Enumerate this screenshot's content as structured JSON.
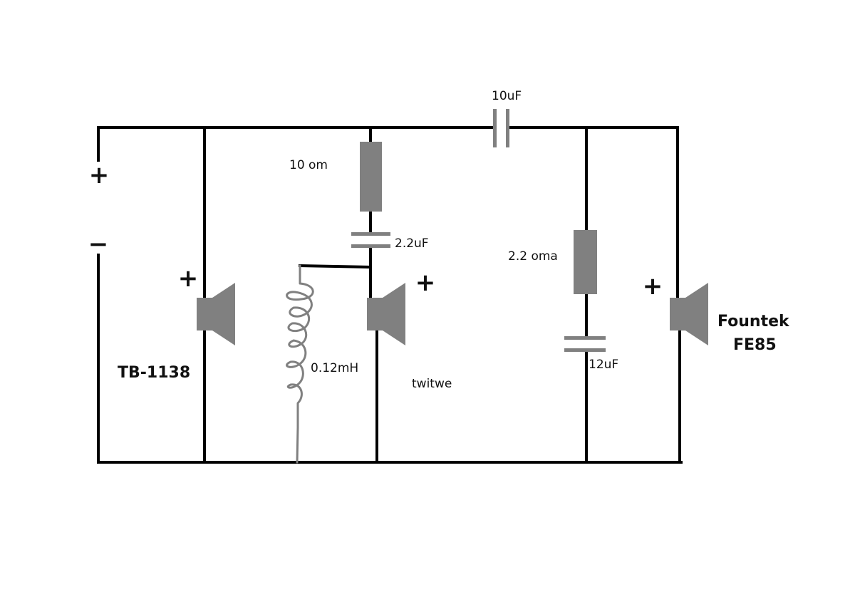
{
  "polarity": {
    "input_plus": "+",
    "input_minus": "−",
    "woofer_plus": "+",
    "tweeter_plus": "+",
    "fullrange_plus": "+"
  },
  "components": {
    "cap_series_main": "10uF",
    "resistor_tweeter": "10 om",
    "cap_tweeter": "2.2uF",
    "inductor_tweeter": "0.12mH",
    "resistor_notch": "2.2 oma",
    "cap_notch": "12uF"
  },
  "speakers": {
    "woofer_name": "TB-1138",
    "tweeter_name": "twitwe",
    "fullrange_name_line1": "Fountek",
    "fullrange_name_line2": "FE85"
  },
  "colors": {
    "wire": "#000000",
    "component": "#808080"
  }
}
